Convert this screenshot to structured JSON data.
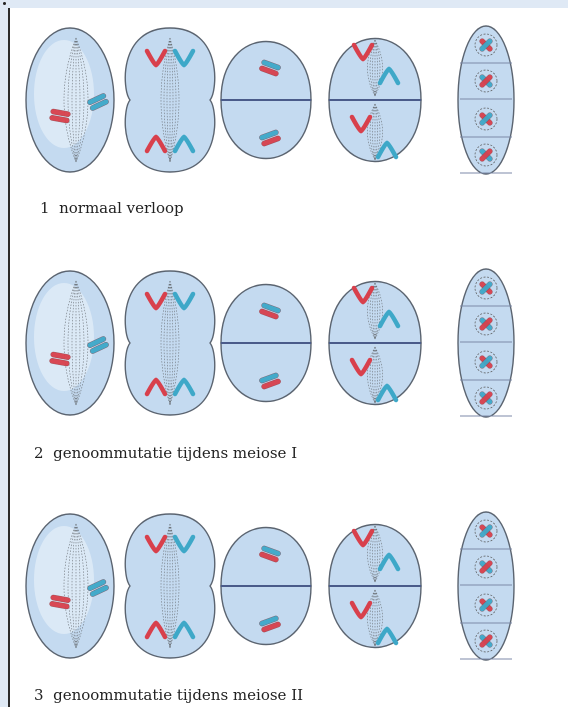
{
  "rows": [
    {
      "num": "1",
      "text": "normaal verloop"
    },
    {
      "num": "2",
      "text": "genoommutatie tijdens meiose I"
    },
    {
      "num": "3",
      "text": "genoommutatie tijdens meiose II"
    }
  ],
  "colors": {
    "cell_fill": "#c4daf0",
    "cell_stroke": "#5b6470",
    "maternal": "#d8404c",
    "paternal": "#3ea8c8",
    "background": "#dfe9f5"
  }
}
